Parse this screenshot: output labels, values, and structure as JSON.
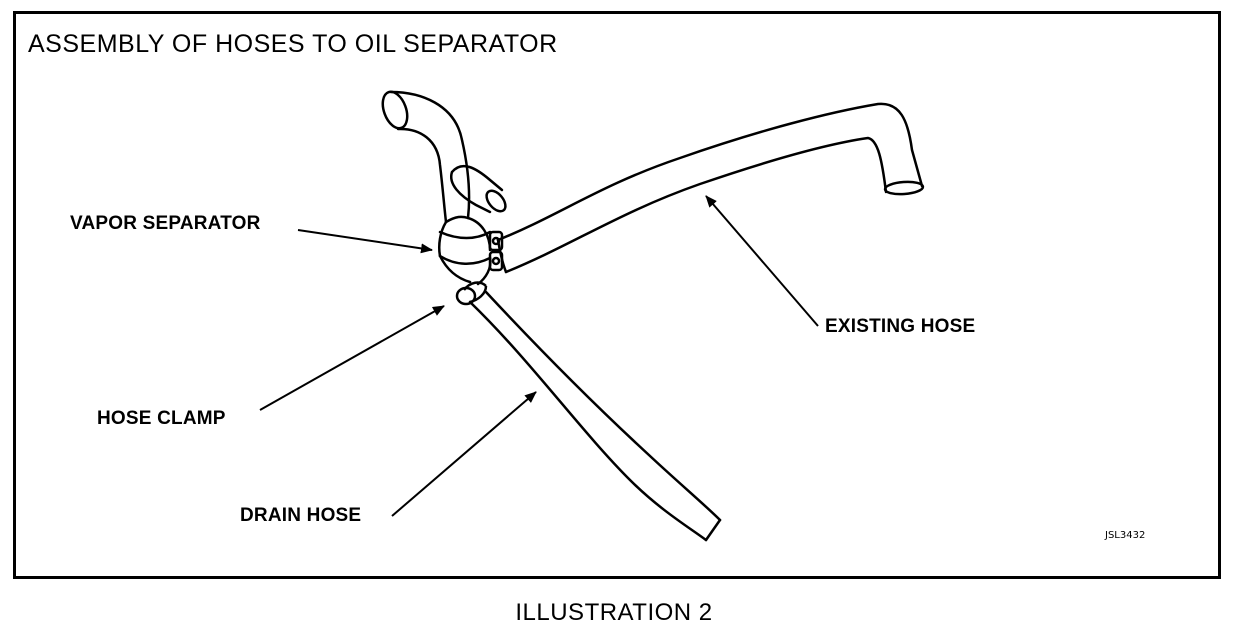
{
  "title": "ASSEMBLY OF HOSES TO OIL SEPARATOR",
  "labels": {
    "vapor_separator": "VAPOR SEPARATOR",
    "existing_hose": "EXISTING HOSE",
    "hose_clamp": "HOSE CLAMP",
    "drain_hose": "DRAIN HOSE"
  },
  "figure_code": "JSL3432",
  "caption": "ILLUSTRATION 2"
}
